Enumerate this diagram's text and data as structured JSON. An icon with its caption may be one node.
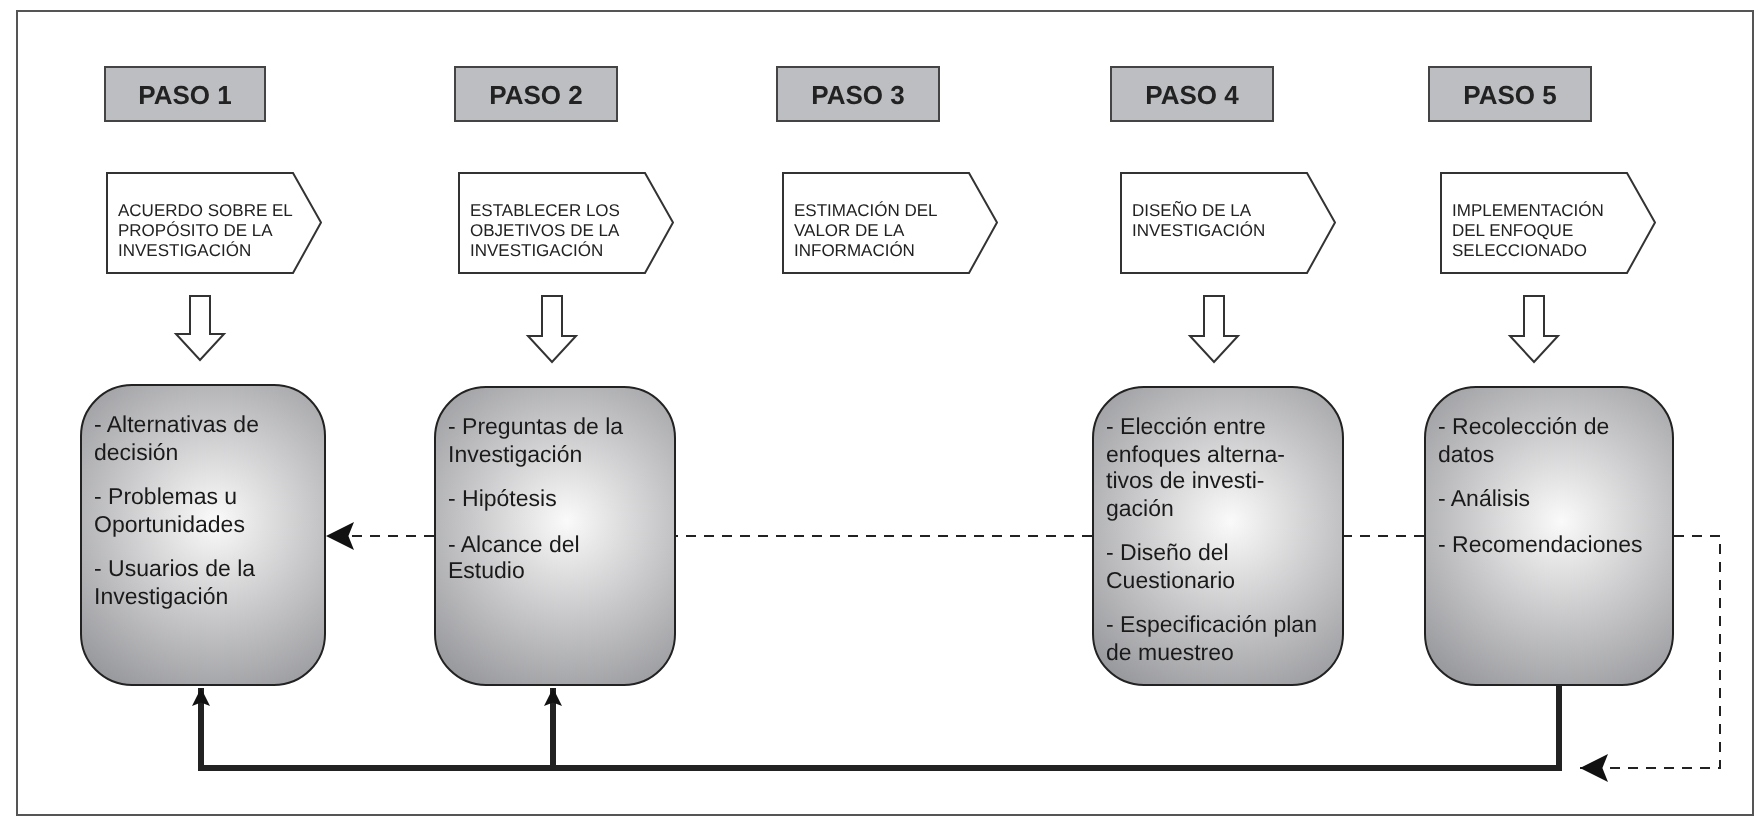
{
  "diagram": {
    "nodes": [
      {
        "text": [
          "PASO 1"
        ]
      },
      {
        "text": [
          "PASO 2"
        ]
      },
      {
        "text": [
          "PASO 3"
        ]
      },
      {
        "text": [
          "PASO 4"
        ]
      },
      {
        "text": [
          "PASO 5"
        ]
      },
      {
        "text": [
          "ACUERDO SOBRE EL PROPÓSITO DE LA INVESTIGACIÓN"
        ]
      },
      {
        "text": [
          "ESTABLECER LOS OBJETIVOS DE LA INVESTIGACIÓN"
        ]
      },
      {
        "text": [
          "ESTIMACIÓN DEL VALOR DE LA INFORMACIÓN"
        ]
      },
      {
        "text": [
          "DISEÑO DE LA INVESTIGACIÓN"
        ]
      },
      {
        "text": [
          "IMPLEMENTACIÓN DEL ENFOQUE SELECCIONADO"
        ]
      },
      {
        "text": [
          "- Alternativas de decisión",
          "- Problemas u Oportunidades",
          "- Usuarios de la Investigación"
        ]
      },
      {
        "text": [
          "- Preguntas de la Investigación",
          "- Hipótesis",
          "- Alcance del Estudio"
        ]
      },
      {
        "text": [
          "- Elección entre enfoques alterna- tivos de investi- gación",
          "- Diseño del Cuestionario",
          "- Especificación plan de muestreo"
        ]
      },
      {
        "text": [
          "- Recolección de datos",
          "- Análisis",
          "- Recomendaciones"
        ]
      }
    ],
    "edges": [
      {
        "from": 5,
        "to": 10,
        "arrow": "to"
      },
      {
        "from": 6,
        "to": 11,
        "arrow": "to"
      },
      {
        "from": 8,
        "to": 12,
        "arrow": "to"
      },
      {
        "from": 9,
        "to": 13,
        "arrow": "to"
      },
      {
        "from": 13,
        "to": 12,
        "arrow": "none",
        "style": "dashed"
      },
      {
        "from": 12,
        "to": 11,
        "arrow": "none",
        "style": "dashed"
      },
      {
        "from": 11,
        "to": 10,
        "arrow": "to",
        "style": "dashed"
      },
      {
        "from": 13,
        "to": null,
        "arrow": "to",
        "style": "dashed"
      },
      {
        "from": 13,
        "to": 10,
        "arrow": "to",
        "style": "thick"
      },
      {
        "from": 13,
        "to": 11,
        "arrow": "to",
        "style": "thick"
      }
    ]
  }
}
